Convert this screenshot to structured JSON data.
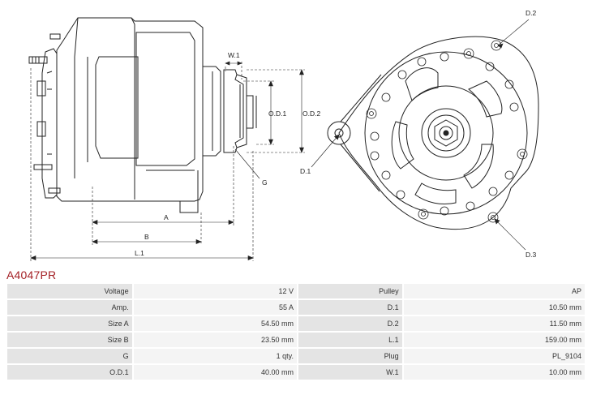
{
  "part_number": "A4047PR",
  "drawing_labels": {
    "w1": "W.1",
    "od1": "O.D.1",
    "od2": "O.D.2",
    "g": "G",
    "a": "A",
    "b": "B",
    "l1": "L.1",
    "d1": "D.1",
    "d2": "D.2",
    "d3": "D.3"
  },
  "specs": [
    {
      "label": "Voltage",
      "value": "12 V",
      "label2": "Pulley",
      "value2": "AP"
    },
    {
      "label": "Amp.",
      "value": "55 A",
      "label2": "D.1",
      "value2": "10.50 mm"
    },
    {
      "label": "Size A",
      "value": "54.50 mm",
      "label2": "D.2",
      "value2": "11.50 mm"
    },
    {
      "label": "Size B",
      "value": "23.50 mm",
      "label2": "L.1",
      "value2": "159.00 mm"
    },
    {
      "label": "G",
      "value": "1 qty.",
      "label2": "Plug",
      "value2": "PL_9104"
    },
    {
      "label": "O.D.1",
      "value": "40.00 mm",
      "label2": "W.1",
      "value2": "10.00 mm"
    }
  ]
}
